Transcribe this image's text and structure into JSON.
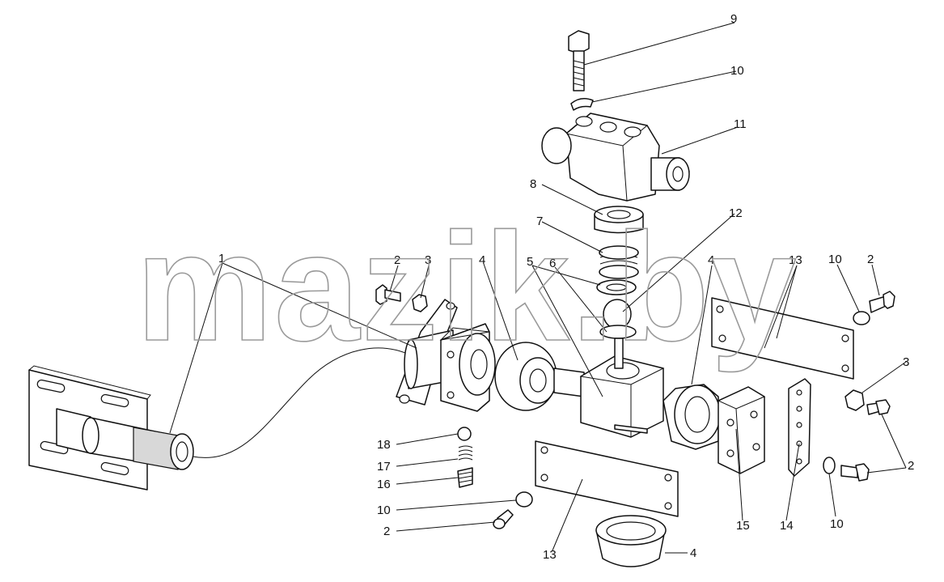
{
  "watermark": "mazik.by",
  "callouts": {
    "c1": "1",
    "c2a": "2",
    "c3a": "3",
    "c4a": "4",
    "c5": "5",
    "c6": "6",
    "c4b": "4",
    "c13a": "13",
    "c10a": "10",
    "c2b": "2",
    "c9": "9",
    "c10top": "10",
    "c11": "11",
    "c8": "8",
    "c7": "7",
    "c12": "12",
    "c3b": "3",
    "c2c": "2",
    "c10b": "10",
    "c18": "18",
    "c17": "17",
    "c16": "16",
    "c10c": "10",
    "c2d": "2",
    "c13b": "13",
    "c4c": "4",
    "c15": "15",
    "c14": "14"
  }
}
